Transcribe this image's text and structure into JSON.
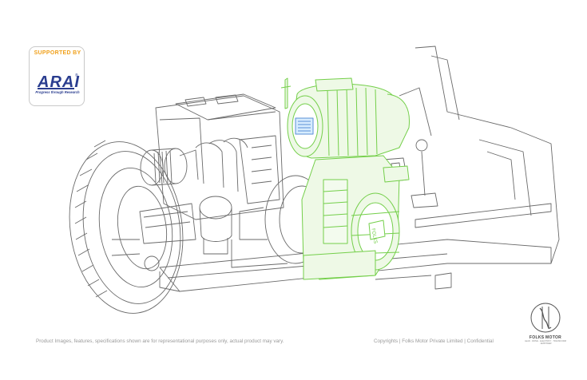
{
  "badge": {
    "heading": "SUPPORTED BY",
    "brand": "ARAI",
    "registered": "®",
    "tagline": "Progress through Research"
  },
  "footer": {
    "disclaimer": "Product Images, features, specifications shown are for representational purposes only, actual product may vary.",
    "copyright": "Copyrights | Folks Motor Private Limited | Confidential"
  },
  "logo": {
    "name": "FOLKS MOTOR",
    "tagline": "LEAD . DRIVE . ELECTRIFY . TRANSFORM . EMPOWER"
  },
  "colors": {
    "line": "#555555",
    "highlight": "#7ed957",
    "highlight_fill": "#e9f9dd",
    "badge_orange": "#f0a11c",
    "badge_blue": "#2a3d8f"
  }
}
